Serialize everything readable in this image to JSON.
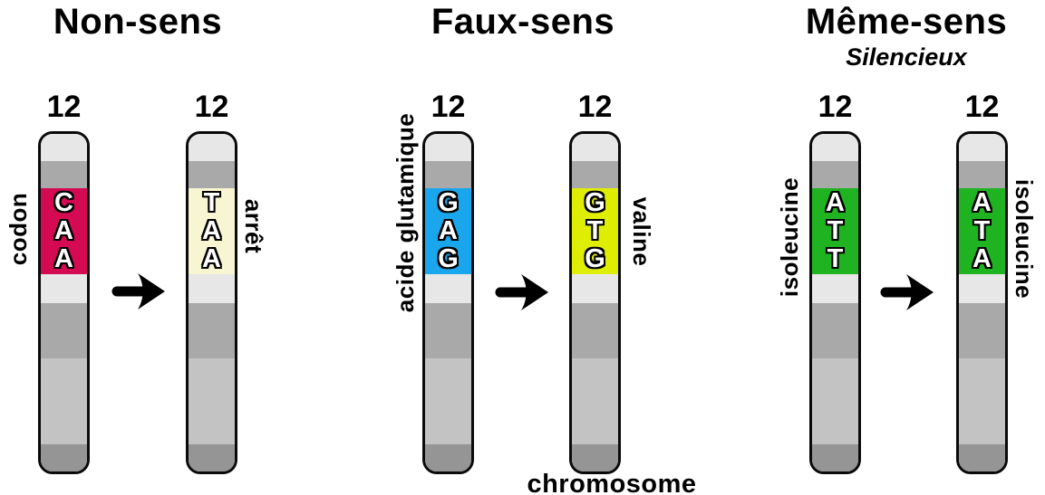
{
  "figure": {
    "background": "#ffffff",
    "bottom_label": "chromosome"
  },
  "colors": {
    "crimson": "#d40a52",
    "cream": "#f8f6d2",
    "blue": "#1aa6ec",
    "yellow": "#dfee00",
    "green": "#1fb322",
    "band_light_gray": "#e7e7e7",
    "band_medium_gray": "#a9a9a9",
    "band_lighter_gray": "#c3c3c3",
    "band_dark_gray": "#959595"
  },
  "panels": [
    {
      "title": "Non-sens",
      "chromosomes": [
        {
          "number": "12",
          "codon": "CAA",
          "letters": "C\nA\nA",
          "band_color": "#d40a52",
          "side_label": "codon",
          "side": "left"
        },
        {
          "number": "12",
          "codon": "TAA",
          "letters": "T\nA\nA",
          "band_color": "#f8f6d2",
          "side_label": "arrêt",
          "side": "right"
        }
      ]
    },
    {
      "title": "Faux-sens",
      "chromosomes": [
        {
          "number": "12",
          "codon": "GAG",
          "letters": "G\nA\nG",
          "band_color": "#1aa6ec",
          "side_label": "acide glutamique",
          "side": "left"
        },
        {
          "number": "12",
          "codon": "GTG",
          "letters": "G\nT\nG",
          "band_color": "#dfee00",
          "side_label": "valine",
          "side": "right"
        }
      ]
    },
    {
      "title": "Même-sens",
      "subtitle": "Silencieux",
      "chromosomes": [
        {
          "number": "12",
          "codon": "ATT",
          "letters": "A\nT\nT",
          "band_color": "#1fb322",
          "side_label": "isoleucine",
          "side": "left"
        },
        {
          "number": "12",
          "codon": "ATA",
          "letters": "A\nT\nA",
          "band_color": "#1fb322",
          "side_label": "isoleucine",
          "side": "right"
        }
      ]
    }
  ]
}
